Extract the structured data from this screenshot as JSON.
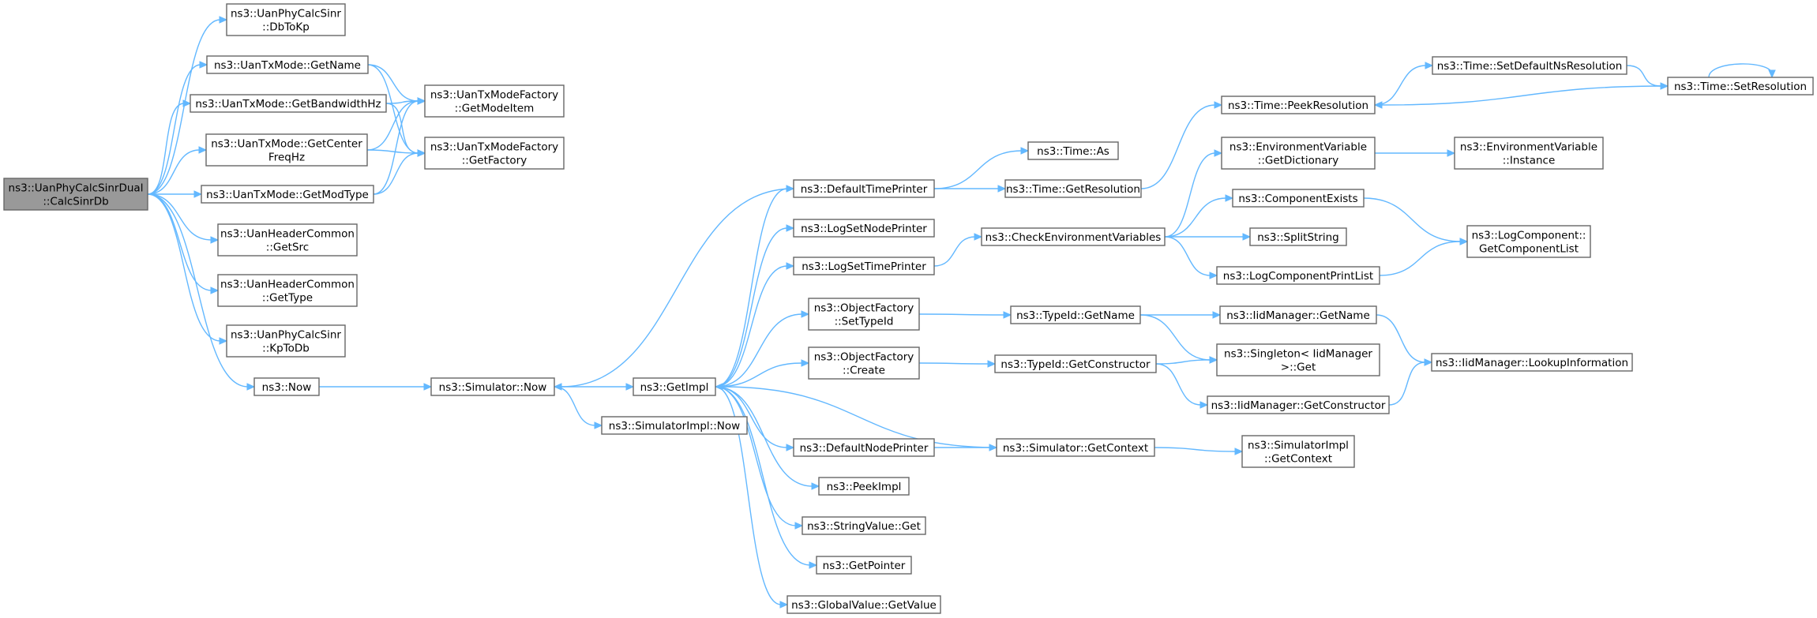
{
  "graph": {
    "nodes": [
      {
        "id": "calc_sinr_db",
        "lines": [
          "ns3::UanPhyCalcSinrDual",
          "::CalcSinrDb"
        ],
        "root": true
      },
      {
        "id": "db_to_kp",
        "lines": [
          "ns3::UanPhyCalcSinr",
          "::DbToKp"
        ]
      },
      {
        "id": "txmode_getname",
        "lines": [
          "ns3::UanTxMode::GetName"
        ]
      },
      {
        "id": "txmode_getbw",
        "lines": [
          "ns3::UanTxMode::GetBandwidthHz"
        ]
      },
      {
        "id": "txmode_getcenter",
        "lines": [
          "ns3::UanTxMode::GetCenter",
          "FreqHz"
        ]
      },
      {
        "id": "txmode_getmodtype",
        "lines": [
          "ns3::UanTxMode::GetModType"
        ]
      },
      {
        "id": "header_getsrc",
        "lines": [
          "ns3::UanHeaderCommon",
          "::GetSrc"
        ]
      },
      {
        "id": "header_gettype",
        "lines": [
          "ns3::UanHeaderCommon",
          "::GetType"
        ]
      },
      {
        "id": "kp_to_db",
        "lines": [
          "ns3::UanPhyCalcSinr",
          "::KpToDb"
        ]
      },
      {
        "id": "ns3_now",
        "lines": [
          "ns3::Now"
        ]
      },
      {
        "id": "factory_getmodeitem",
        "lines": [
          "ns3::UanTxModeFactory",
          "::GetModeItem"
        ]
      },
      {
        "id": "factory_getfactory",
        "lines": [
          "ns3::UanTxModeFactory",
          "::GetFactory"
        ]
      },
      {
        "id": "simulator_now",
        "lines": [
          "ns3::Simulator::Now"
        ]
      },
      {
        "id": "get_impl",
        "lines": [
          "ns3::GetImpl"
        ]
      },
      {
        "id": "simulatorimpl_now",
        "lines": [
          "ns3::SimulatorImpl::Now"
        ]
      },
      {
        "id": "default_time_printer",
        "lines": [
          "ns3::DefaultTimePrinter"
        ]
      },
      {
        "id": "log_set_node_printer",
        "lines": [
          "ns3::LogSetNodePrinter"
        ]
      },
      {
        "id": "log_set_time_printer",
        "lines": [
          "ns3::LogSetTimePrinter"
        ]
      },
      {
        "id": "objfactory_settypeid",
        "lines": [
          "ns3::ObjectFactory",
          "::SetTypeId"
        ]
      },
      {
        "id": "objfactory_create",
        "lines": [
          "ns3::ObjectFactory",
          "::Create"
        ]
      },
      {
        "id": "default_node_printer",
        "lines": [
          "ns3::DefaultNodePrinter"
        ]
      },
      {
        "id": "peek_impl",
        "lines": [
          "ns3::PeekImpl"
        ]
      },
      {
        "id": "stringvalue_get",
        "lines": [
          "ns3::StringValue::Get"
        ]
      },
      {
        "id": "get_pointer",
        "lines": [
          "ns3::GetPointer"
        ]
      },
      {
        "id": "globalvalue_getvalue",
        "lines": [
          "ns3::GlobalValue::GetValue"
        ]
      },
      {
        "id": "time_as",
        "lines": [
          "ns3::Time::As"
        ]
      },
      {
        "id": "time_getresolution",
        "lines": [
          "ns3::Time::GetResolution"
        ]
      },
      {
        "id": "check_env_vars",
        "lines": [
          "ns3::CheckEnvironmentVariables"
        ]
      },
      {
        "id": "typeid_getname",
        "lines": [
          "ns3::TypeId::GetName"
        ]
      },
      {
        "id": "typeid_getconstructor",
        "lines": [
          "ns3::TypeId::GetConstructor"
        ]
      },
      {
        "id": "simulator_getcontext",
        "lines": [
          "ns3::Simulator::GetContext"
        ]
      },
      {
        "id": "time_peekresolution",
        "lines": [
          "ns3::Time::PeekResolution"
        ]
      },
      {
        "id": "envvar_getdictionary",
        "lines": [
          "ns3::EnvironmentVariable",
          "::GetDictionary"
        ]
      },
      {
        "id": "component_exists",
        "lines": [
          "ns3::ComponentExists"
        ]
      },
      {
        "id": "split_string",
        "lines": [
          "ns3::SplitString"
        ]
      },
      {
        "id": "log_component_print_list",
        "lines": [
          "ns3::LogComponentPrintList"
        ]
      },
      {
        "id": "iidmanager_getname",
        "lines": [
          "ns3::IidManager::GetName"
        ]
      },
      {
        "id": "singleton_get",
        "lines": [
          "ns3::Singleton< IidManager",
          ">::Get"
        ]
      },
      {
        "id": "iidmanager_getconstructor",
        "lines": [
          "ns3::IidManager::GetConstructor"
        ]
      },
      {
        "id": "simulatorimpl_getcontext",
        "lines": [
          "ns3::SimulatorImpl",
          "::GetContext"
        ]
      },
      {
        "id": "time_setdefaultnsres",
        "lines": [
          "ns3::Time::SetDefaultNsResolution"
        ]
      },
      {
        "id": "envvar_instance",
        "lines": [
          "ns3::EnvironmentVariable",
          "::Instance"
        ]
      },
      {
        "id": "logcomponent_getlist",
        "lines": [
          "ns3::LogComponent::",
          "GetComponentList"
        ]
      },
      {
        "id": "iidmanager_lookupinfo",
        "lines": [
          "ns3::IidManager::LookupInformation"
        ]
      },
      {
        "id": "time_setresolution",
        "lines": [
          "ns3::Time::SetResolution"
        ]
      }
    ],
    "edges": [
      [
        "calc_sinr_db",
        "db_to_kp"
      ],
      [
        "calc_sinr_db",
        "txmode_getname"
      ],
      [
        "calc_sinr_db",
        "txmode_getbw"
      ],
      [
        "calc_sinr_db",
        "txmode_getcenter"
      ],
      [
        "calc_sinr_db",
        "txmode_getmodtype"
      ],
      [
        "calc_sinr_db",
        "header_getsrc"
      ],
      [
        "calc_sinr_db",
        "header_gettype"
      ],
      [
        "calc_sinr_db",
        "kp_to_db"
      ],
      [
        "calc_sinr_db",
        "ns3_now"
      ],
      [
        "txmode_getname",
        "factory_getmodeitem"
      ],
      [
        "txmode_getname",
        "factory_getfactory"
      ],
      [
        "txmode_getbw",
        "factory_getmodeitem"
      ],
      [
        "txmode_getbw",
        "factory_getfactory"
      ],
      [
        "txmode_getcenter",
        "factory_getmodeitem"
      ],
      [
        "txmode_getcenter",
        "factory_getfactory"
      ],
      [
        "txmode_getmodtype",
        "factory_getmodeitem"
      ],
      [
        "txmode_getmodtype",
        "factory_getfactory"
      ],
      [
        "ns3_now",
        "simulator_now"
      ],
      [
        "simulator_now",
        "get_impl"
      ],
      [
        "simulator_now",
        "simulatorimpl_now"
      ],
      [
        "get_impl",
        "default_time_printer"
      ],
      [
        "get_impl",
        "log_set_node_printer"
      ],
      [
        "get_impl",
        "log_set_time_printer"
      ],
      [
        "get_impl",
        "objfactory_settypeid"
      ],
      [
        "get_impl",
        "objfactory_create"
      ],
      [
        "get_impl",
        "default_node_printer"
      ],
      [
        "get_impl",
        "peek_impl"
      ],
      [
        "get_impl",
        "stringvalue_get"
      ],
      [
        "get_impl",
        "get_pointer"
      ],
      [
        "get_impl",
        "globalvalue_getvalue"
      ],
      [
        "default_time_printer",
        "simulator_now"
      ],
      [
        "default_time_printer",
        "time_as"
      ],
      [
        "default_time_printer",
        "time_getresolution"
      ],
      [
        "log_set_time_printer",
        "check_env_vars"
      ],
      [
        "objfactory_settypeid",
        "typeid_getname"
      ],
      [
        "objfactory_create",
        "typeid_getconstructor"
      ],
      [
        "default_node_printer",
        "simulator_getcontext"
      ],
      [
        "simulator_getcontext",
        "get_impl"
      ],
      [
        "simulator_getcontext",
        "simulatorimpl_getcontext"
      ],
      [
        "time_getresolution",
        "time_peekresolution"
      ],
      [
        "check_env_vars",
        "envvar_getdictionary"
      ],
      [
        "check_env_vars",
        "component_exists"
      ],
      [
        "check_env_vars",
        "split_string"
      ],
      [
        "check_env_vars",
        "log_component_print_list"
      ],
      [
        "typeid_getname",
        "iidmanager_getname"
      ],
      [
        "typeid_getname",
        "singleton_get"
      ],
      [
        "typeid_getconstructor",
        "singleton_get"
      ],
      [
        "typeid_getconstructor",
        "iidmanager_getconstructor"
      ],
      [
        "time_peekresolution",
        "time_setdefaultnsres"
      ],
      [
        "envvar_getdictionary",
        "envvar_instance"
      ],
      [
        "component_exists",
        "logcomponent_getlist"
      ],
      [
        "log_component_print_list",
        "logcomponent_getlist"
      ],
      [
        "iidmanager_getname",
        "iidmanager_lookupinfo"
      ],
      [
        "iidmanager_getconstructor",
        "iidmanager_lookupinfo"
      ],
      [
        "time_setdefaultnsres",
        "time_setresolution"
      ],
      [
        "time_setresolution",
        "time_peekresolution"
      ],
      [
        "time_setresolution",
        "time_setresolution"
      ]
    ]
  }
}
